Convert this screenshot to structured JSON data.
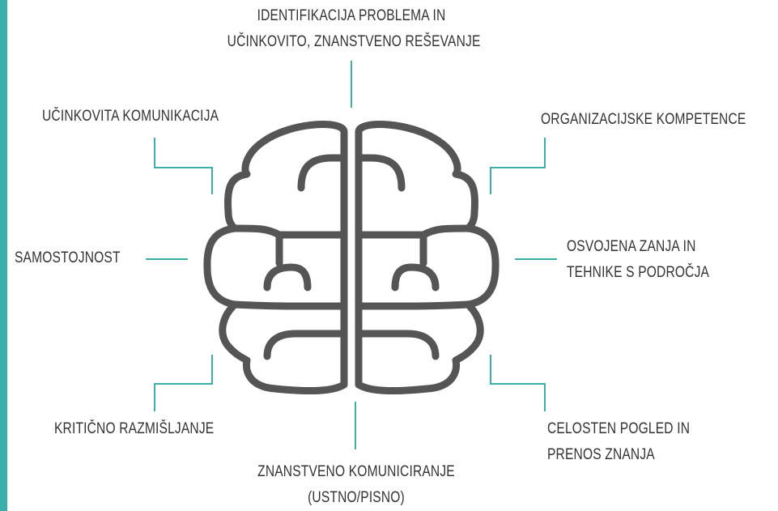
{
  "colors": {
    "accent": "#3aaea8",
    "connector": "#3aaea8",
    "brain_outline": "#555555",
    "text": "#333333"
  },
  "icons": {
    "brain": "brain-icon"
  },
  "labels": {
    "top": [
      "IDENTIFIKACIJA PROBLEMA IN",
      "UČINKOVITO, ZNANSTVENO REŠEVANJE"
    ],
    "upper_left": "UČINKOVITA KOMUNIKACIJA",
    "upper_right": "ORGANIZACIJSKE KOMPETENCE",
    "left": "SAMOSTOJNOST",
    "right": [
      "OSVOJENA ZANJA IN",
      "TEHNIKE S PODROČJA"
    ],
    "lower_left": "KRITIČNO RAZMIŠLJANJE",
    "lower_right": [
      "CELOSTEN POGLED IN",
      "PRENOS ZNANJA"
    ],
    "bottom": [
      "ZNANSTVENO KOMUNICIRANJE",
      "(USTNO/PISNO)"
    ]
  }
}
